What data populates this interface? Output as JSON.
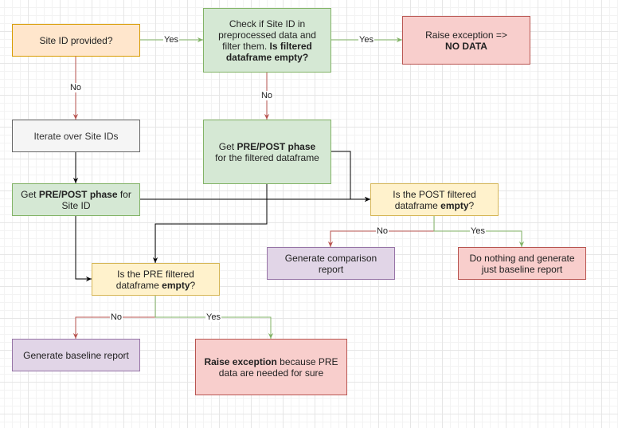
{
  "colors": {
    "black_edge": "#000000",
    "no_edge": "#b85450",
    "yes_edge": "#82b366"
  },
  "nodes": {
    "site_id_provided": {
      "text": "Site ID provided?"
    },
    "check_site_id": {
      "pre": "Check if Site ID in preprocessed data and filter them. ",
      "bold": "Is filtered dataframe empty?",
      "post": ""
    },
    "raise_no_data": {
      "pre": "Raise exception =>",
      "bold": "NO DATA"
    },
    "iterate_site_ids": {
      "text": "Iterate over Site IDs"
    },
    "get_phase_filtered": {
      "pre": "Get ",
      "bold": "PRE/POST phase",
      "post": " for the filtered dataframe"
    },
    "get_phase_site": {
      "pre": "Get ",
      "bold": "PRE/POST phase",
      "post": " for Site ID"
    },
    "is_post_empty": {
      "pre": "Is the POST filtered dataframe ",
      "bold": "empty",
      "post": "?"
    },
    "generate_comparison": {
      "text": "Generate comparison report"
    },
    "do_nothing_baseline": {
      "text": "Do nothing and generate just baseline report"
    },
    "is_pre_empty": {
      "pre": "Is the PRE filtered dataframe ",
      "bold": "empty",
      "post": "?"
    },
    "generate_baseline": {
      "text": "Generate baseline report"
    },
    "raise_pre_needed": {
      "bold": "Raise exception",
      "post": " because PRE data are needed for sure"
    }
  },
  "edge_labels": {
    "yes_1": "Yes",
    "yes_2": "Yes",
    "no_1": "No",
    "no_2": "No",
    "no_3": "No",
    "yes_3": "Yes",
    "no_4": "No",
    "yes_4": "Yes"
  }
}
